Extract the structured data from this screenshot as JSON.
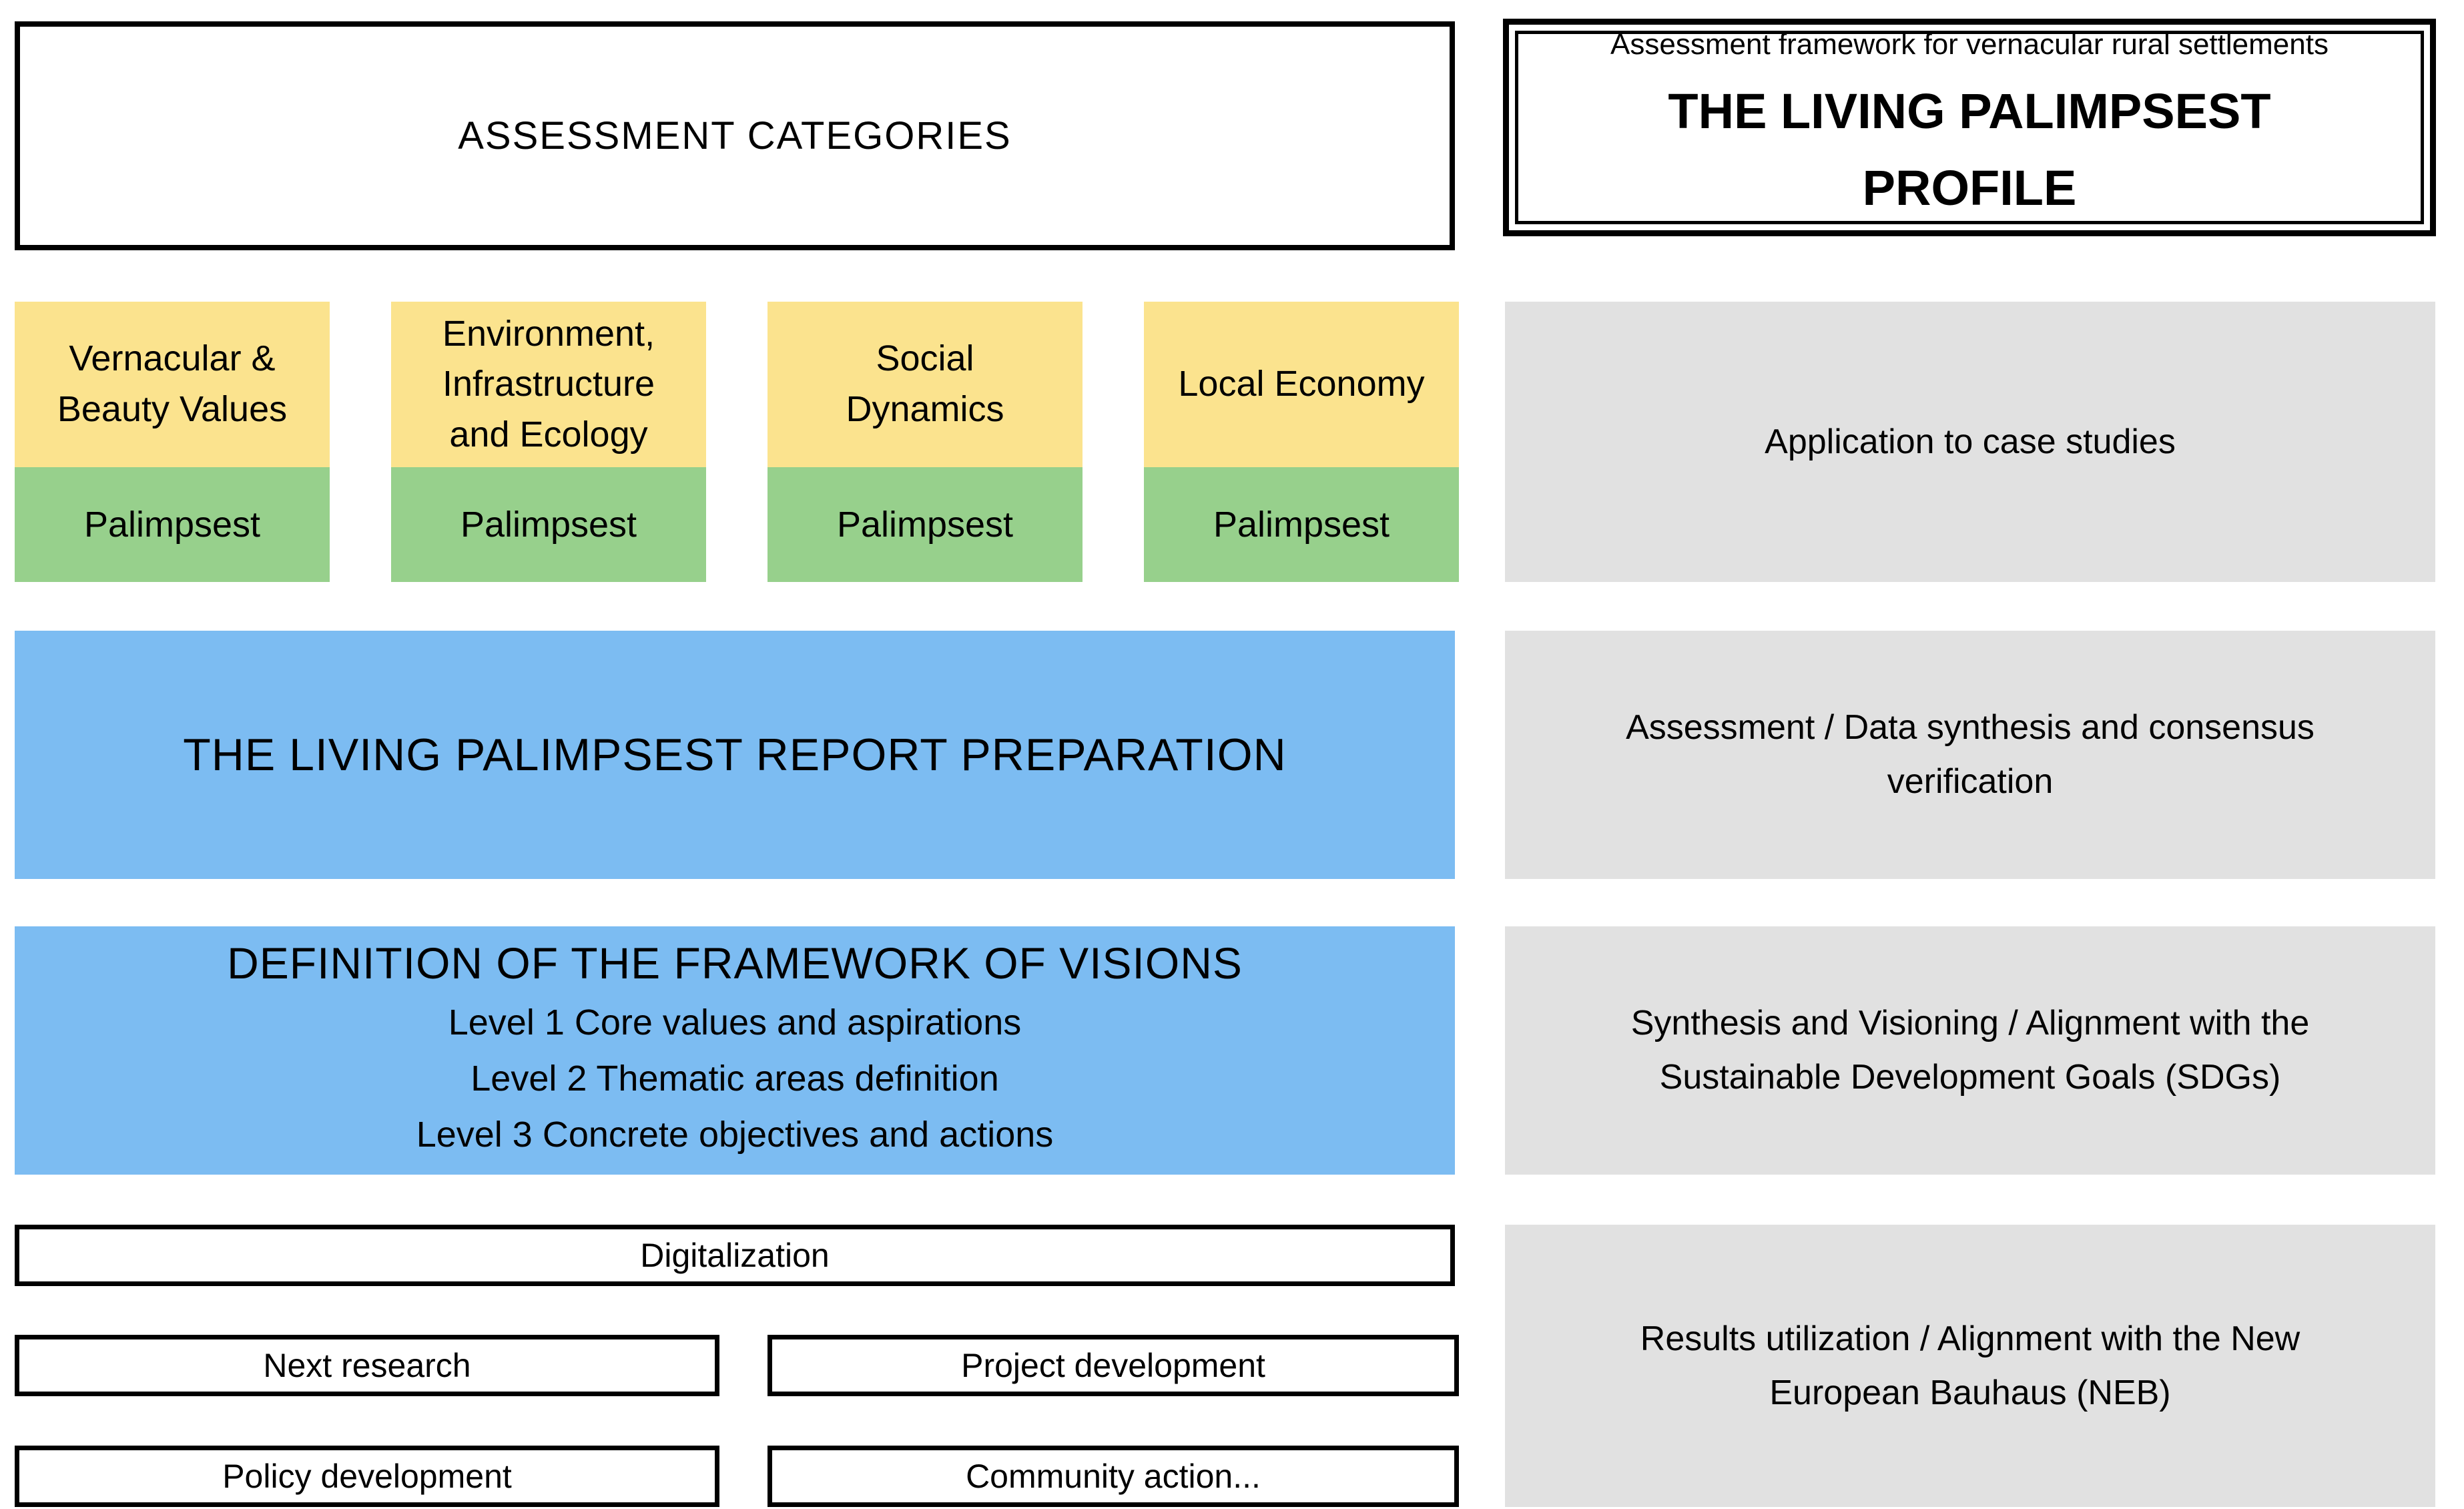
{
  "colors": {
    "yellow": "#FBE38E",
    "green": "#97D08C",
    "blue": "#7CBCF2",
    "gray": "#E1E1E1",
    "border": "#000000",
    "text": "#000000"
  },
  "header": {
    "left_title": "ASSESSMENT CATEGORIES",
    "right_subtitle": "Assessment framework for vernacular rural settlements",
    "right_title": "THE LIVING PALIMPSEST\nPROFILE"
  },
  "categories": [
    {
      "label": "Vernacular &\nBeauty Values",
      "sublabel": "Palimpsest"
    },
    {
      "label": "Environment,\nInfrastructure\nand Ecology",
      "sublabel": "Palimpsest"
    },
    {
      "label": "Social\nDynamics",
      "sublabel": "Palimpsest"
    },
    {
      "label": "Local Economy",
      "sublabel": "Palimpsest"
    }
  ],
  "process": {
    "report_preparation_title": "THE LIVING PALIMPSEST REPORT PREPARATION",
    "framework": {
      "title": "DEFINITION OF THE FRAMEWORK OF VISIONS",
      "levels": [
        "Level 1 Core values and aspirations",
        "Level 2 Thematic areas definition",
        "Level 3 Concrete objectives and actions"
      ]
    },
    "digitalization_label": "Digitalization",
    "outcomes": {
      "next_research": "Next research",
      "project_development": "Project development",
      "policy_development": "Policy development",
      "community_action": "Community action..."
    }
  },
  "stages": [
    {
      "label": "Application to case studies"
    },
    {
      "label": "Assessment / Data synthesis and consensus\nverification"
    },
    {
      "label": "Synthesis and Visioning / Alignment with the\nSustainable Development Goals (SDGs)"
    },
    {
      "label": "Results utilization / Alignment with the New\nEuropean Bauhaus (NEB)"
    }
  ]
}
